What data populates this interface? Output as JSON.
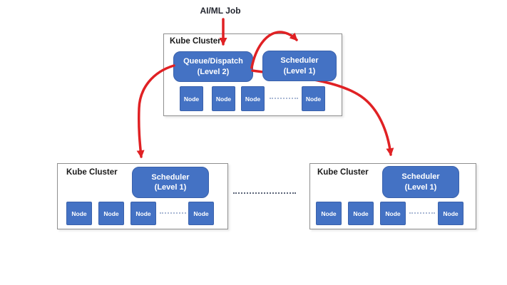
{
  "job": {
    "label": "AI/ML Job"
  },
  "colors": {
    "box_blue": "#4472C4",
    "box_blue_border": "#3A61AB",
    "arrow_red": "#E02124",
    "cluster_border": "#8F8F8F",
    "title_text": "#1A1A1A",
    "node_dots": "#A9B8D4",
    "separator_dots": "#5A6478"
  },
  "clusters": {
    "top": {
      "title": "Kube Cluster",
      "queue_line1": "Queue/Dispatch",
      "queue_line2": "(Level 2)",
      "scheduler_line1": "Scheduler",
      "scheduler_line2": "(Level 1)",
      "nodes": [
        "Node",
        "Node",
        "Node",
        "Node"
      ]
    },
    "left": {
      "title": "Kube Cluster",
      "scheduler_line1": "Scheduler",
      "scheduler_line2": "(Level 1)",
      "nodes": [
        "Node",
        "Node",
        "Node",
        "Node"
      ]
    },
    "right": {
      "title": "Kube Cluster",
      "scheduler_line1": "Scheduler",
      "scheduler_line2": "(Level 1)",
      "nodes": [
        "Node",
        "Node",
        "Node",
        "Node"
      ]
    }
  }
}
